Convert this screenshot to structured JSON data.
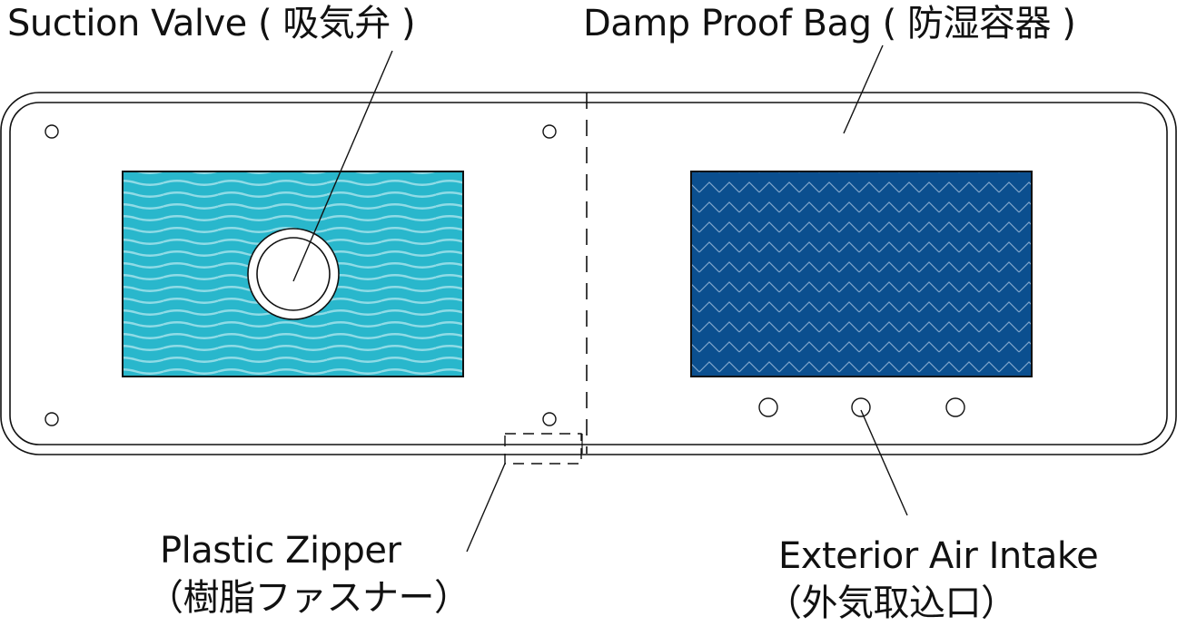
{
  "labels": {
    "suction_valve": "Suction Valve ( 吸気弁 )",
    "damp_proof_bag": "Damp Proof Bag ( 防湿容器 )",
    "plastic_zipper": "Plastic Zipper",
    "plastic_zipper_jp": "（樹脂ファスナー）",
    "exterior_air_intake": "Exterior Air Intake",
    "exterior_air_intake_jp": "（外気取込口）"
  },
  "colors": {
    "outline": "#111111",
    "panel_left_fill": "#29b7cc",
    "panel_left_pattern": "#8fdbe6",
    "panel_right_fill": "#0b4f8f",
    "panel_right_pattern": "#7fa6cc",
    "background": "#ffffff"
  },
  "icons": {
    "left_pattern": "wave-pattern",
    "right_pattern": "zigzag-pattern",
    "valve": "circle-ring",
    "holes": "small-circle"
  }
}
